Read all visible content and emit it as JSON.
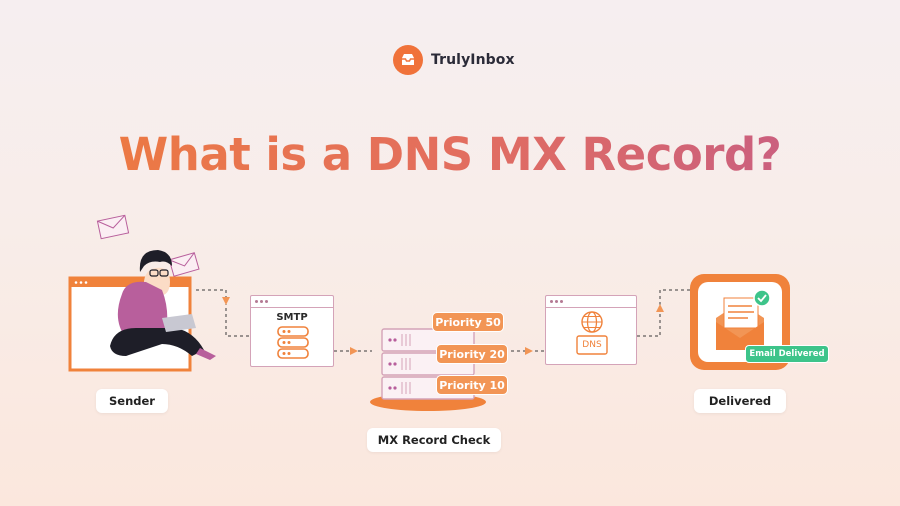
{
  "brand": {
    "name": "TrulyInbox",
    "logo_icon": "inbox-tray-icon",
    "accent": "#f0723a"
  },
  "title": "What is a DNS MX Record?",
  "steps": {
    "sender": {
      "label": "Sender"
    },
    "smtp": {
      "label": "SMTP"
    },
    "mx_check": {
      "label": "MX Record Check",
      "priorities": [
        "Priority 50",
        "Priority 20",
        "Priority 10"
      ]
    },
    "dns": {
      "label": "DNS"
    },
    "delivered": {
      "label": "Delivered",
      "badge": "Email Delivered"
    }
  },
  "colors": {
    "orange": "#f29555",
    "pink_outline": "#d4a3b8",
    "green": "#3dc48a",
    "purple": "#b85f9c"
  }
}
